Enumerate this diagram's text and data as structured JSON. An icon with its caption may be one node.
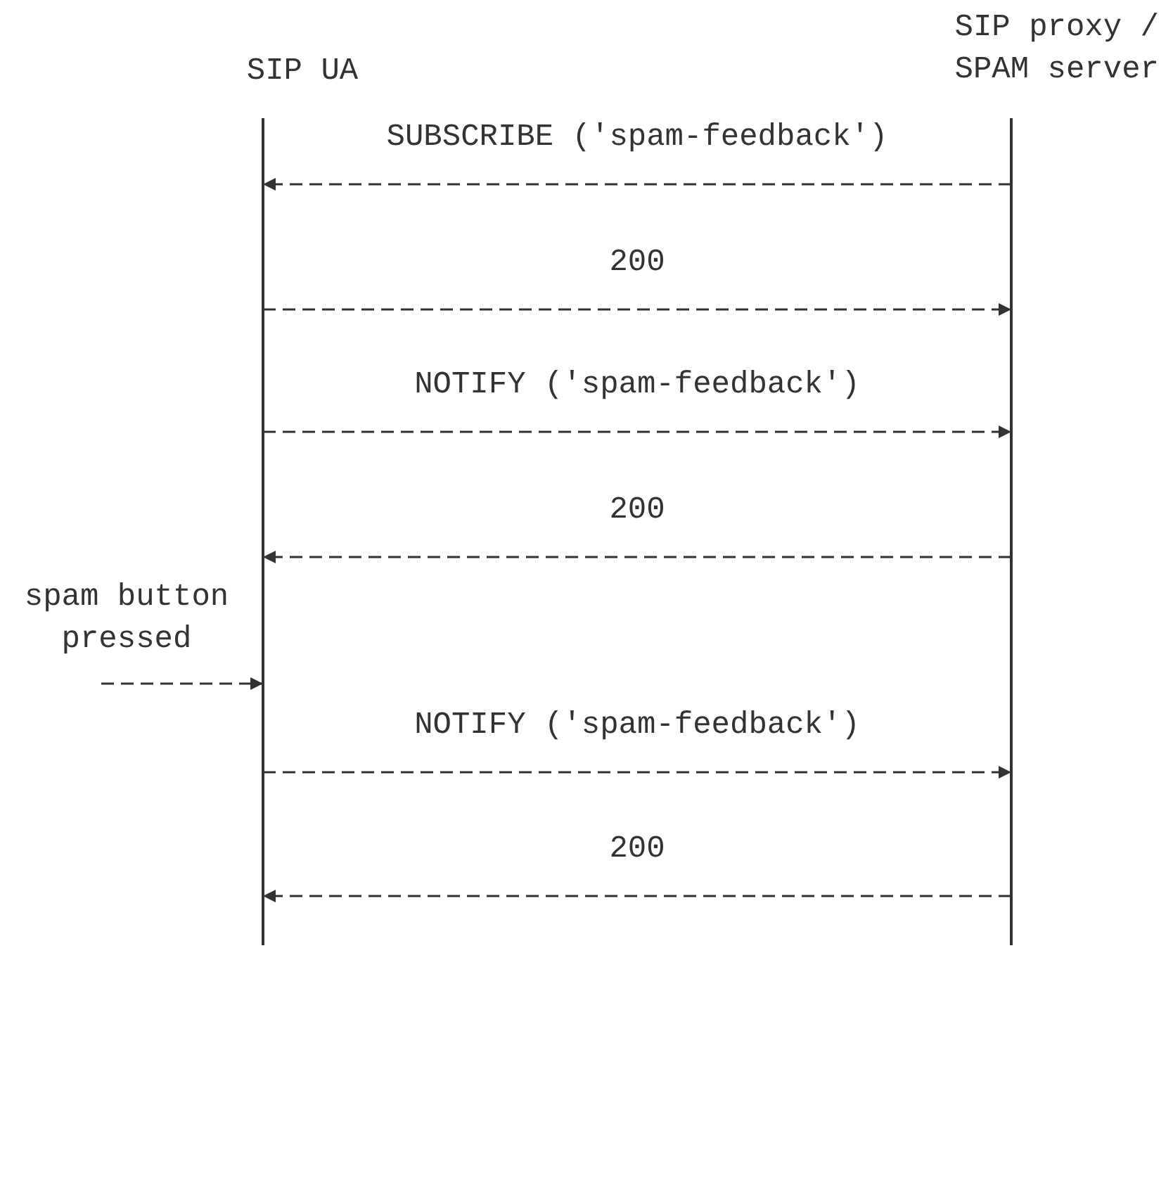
{
  "diagram": {
    "nodes": [
      {
        "text": [
          "SIP UA"
        ]
      },
      {
        "text": [
          "SIP proxy / SPAM server"
        ]
      },
      {
        "text": [
          "spam button pressed"
        ]
      }
    ],
    "edges": [
      {
        "from": 1,
        "to": 0,
        "arrow": "to",
        "label": "SUBSCRIBE ('spam-feedback')",
        "style": "dashed"
      },
      {
        "from": 0,
        "to": 1,
        "arrow": "to",
        "label": "200",
        "style": "dashed"
      },
      {
        "from": 0,
        "to": 1,
        "arrow": "to",
        "label": "NOTIFY ('spam-feedback')",
        "style": "dashed"
      },
      {
        "from": 1,
        "to": 0,
        "arrow": "to",
        "label": "200",
        "style": "dashed"
      },
      {
        "from": 2,
        "to": 0,
        "arrow": "to",
        "style": "dashed"
      },
      {
        "from": 0,
        "to": 1,
        "arrow": "to",
        "label": "NOTIFY ('spam-feedback')",
        "style": "dashed"
      },
      {
        "from": 1,
        "to": 0,
        "arrow": "to",
        "label": "200",
        "style": "dashed"
      }
    ]
  }
}
